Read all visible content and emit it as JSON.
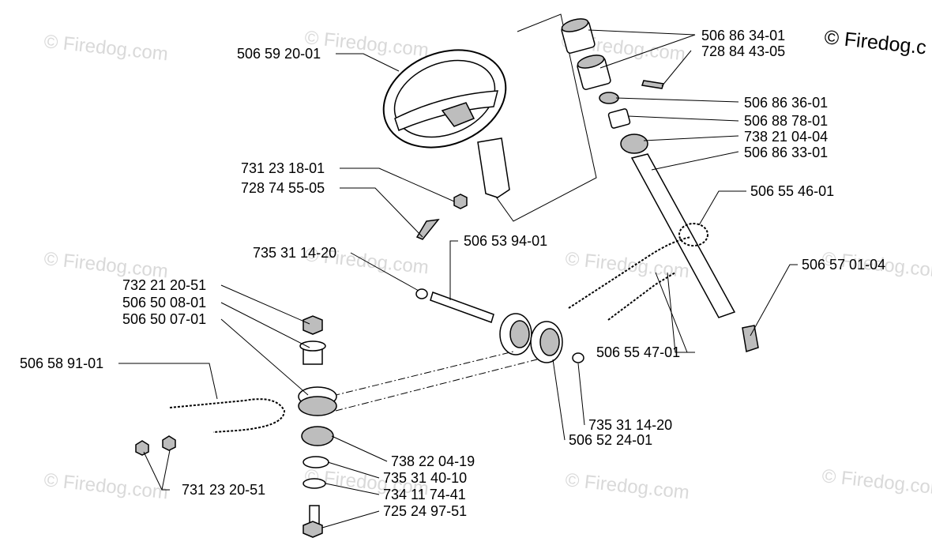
{
  "watermark": {
    "brand": "© Firedog.com",
    "brand_main": "© Firedog.c"
  },
  "labels": [
    "506 59 20-01",
    "731 23 18-01",
    "728 74 55-05",
    "506 86 34-01",
    "728 84 43-05",
    "506 86 36-01",
    "506 88 78-01",
    "738 21 04-04",
    "506 86 33-01",
    "506 55 46-01",
    "506 53 94-01",
    "735 31 14-20",
    "506 57 01-04",
    "732 21 20-51",
    "506 50 08-01",
    "506 50 07-01",
    "506 58 91-01",
    "506 55 47-01",
    "735 31 14-20",
    "506 52 24-01",
    "738 22 04-19",
    "735 31 40-10",
    "734 11 74-41",
    "725 24 97-51",
    "731 23 20-51"
  ]
}
